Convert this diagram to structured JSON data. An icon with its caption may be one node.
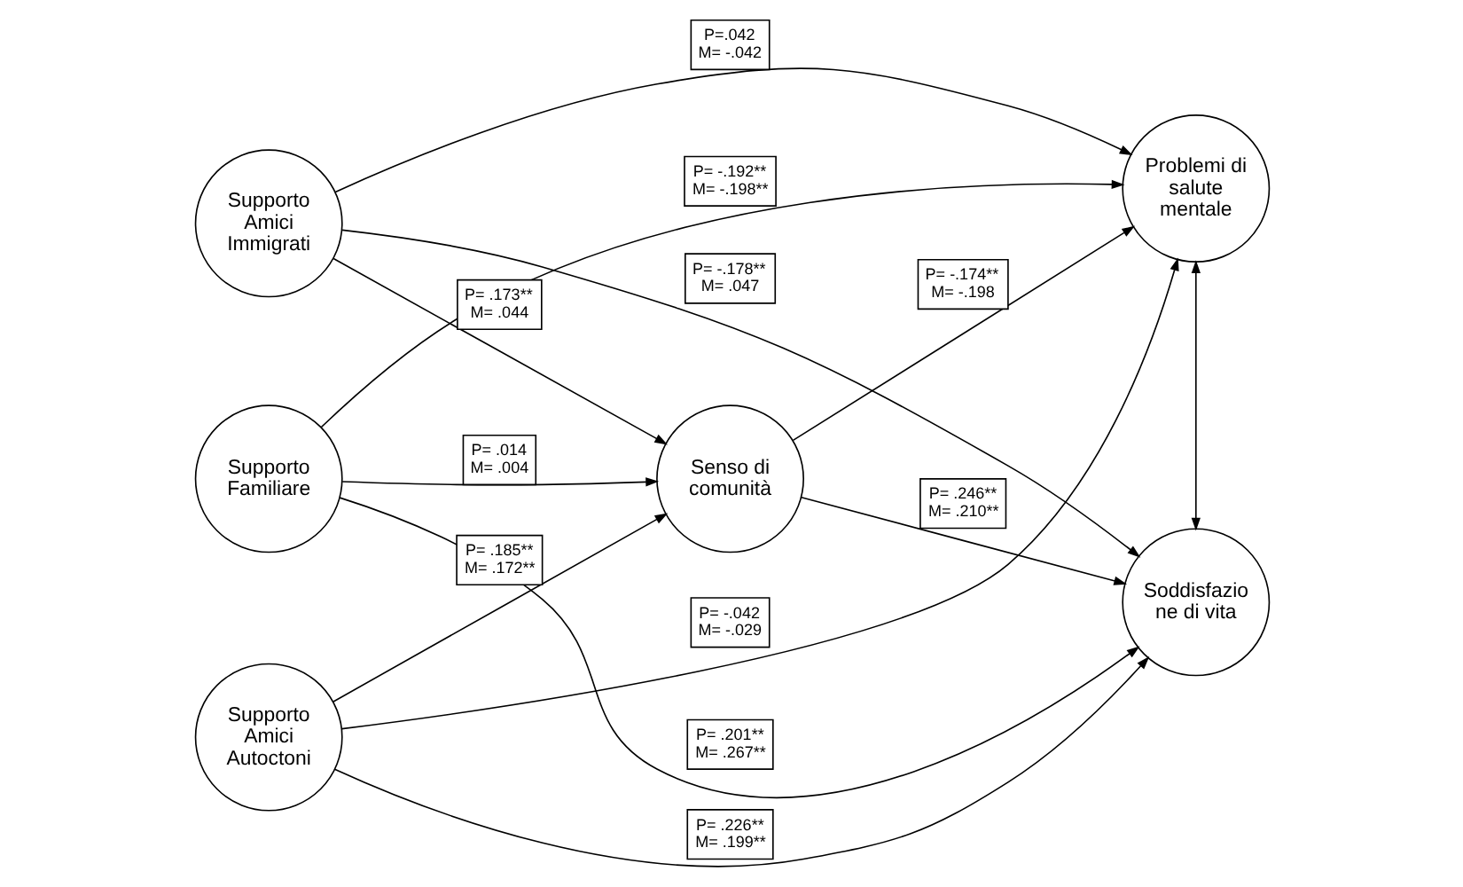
{
  "diagram": {
    "nodes": [
      {
        "text": [
          "Supporto Familiare"
        ]
      },
      {
        "text": [
          "Supporto Amici Autoctoni"
        ]
      },
      {
        "text": [
          "Supporto Amici Immigrati"
        ]
      },
      {
        "text": [
          "Senso di comunità"
        ]
      },
      {
        "text": [
          "Soddisfazio ne di vita"
        ]
      },
      {
        "text": [
          "Problemi di salute mentale"
        ]
      }
    ],
    "edges": [
      {
        "from": 0,
        "to": 4,
        "arrow": "to",
        "label": "P= .201** M= .267**"
      },
      {
        "from": 0,
        "to": 5,
        "arrow": "to",
        "label": "P= -.192** M= -.198**"
      },
      {
        "from": 0,
        "to": 3,
        "arrow": "to",
        "label": "P= .014 M= .004"
      },
      {
        "from": 1,
        "to": 4,
        "arrow": "to",
        "label": "P= .226** M= .199**"
      },
      {
        "from": 1,
        "to": 3,
        "arrow": "to",
        "label": "P= .185** M= .172**"
      },
      {
        "from": 1,
        "to": 5,
        "arrow": "to",
        "label": "P= -.042 M= -.029"
      },
      {
        "from": 2,
        "to": 3,
        "arrow": "to",
        "label": "P= .173** M= .044"
      },
      {
        "from": 2,
        "to": 4,
        "arrow": "to",
        "label": "P= -.178** M= .047"
      },
      {
        "from": 2,
        "to": 5,
        "arrow": "to",
        "label": "P=.042 M= -.042"
      },
      {
        "from": 3,
        "to": 4,
        "arrow": "to",
        "label": "P= .246** M= .210**"
      },
      {
        "from": 3,
        "to": 5,
        "arrow": "to",
        "label": "P= -.174** M= -.198"
      },
      {
        "from": 4,
        "to": 5,
        "arrow": "both"
      }
    ]
  }
}
